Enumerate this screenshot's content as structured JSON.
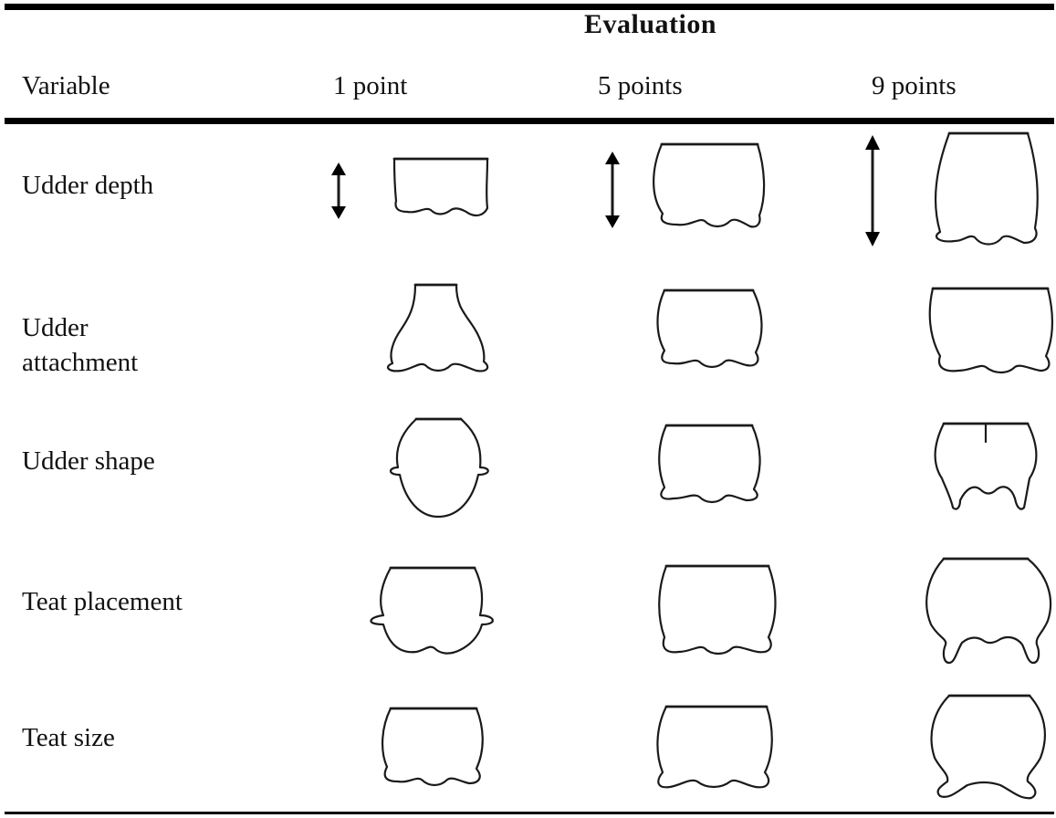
{
  "table": {
    "group_header": "Evaluation",
    "columns": [
      "Variable",
      "1 point",
      "5 points",
      "9 points"
    ],
    "rows": [
      {
        "label_line1": "Udder depth",
        "label_line2": ""
      },
      {
        "label_line1": "Udder",
        "label_line2": "attachment"
      },
      {
        "label_line1": "Udder shape",
        "label_line2": ""
      },
      {
        "label_line1": "Teat placement",
        "label_line2": ""
      },
      {
        "label_line1": "Teat size",
        "label_line2": ""
      }
    ]
  },
  "icons": {
    "depth_arrow": "double-arrow-icon",
    "udder_outline": "udder-outline-icon"
  }
}
